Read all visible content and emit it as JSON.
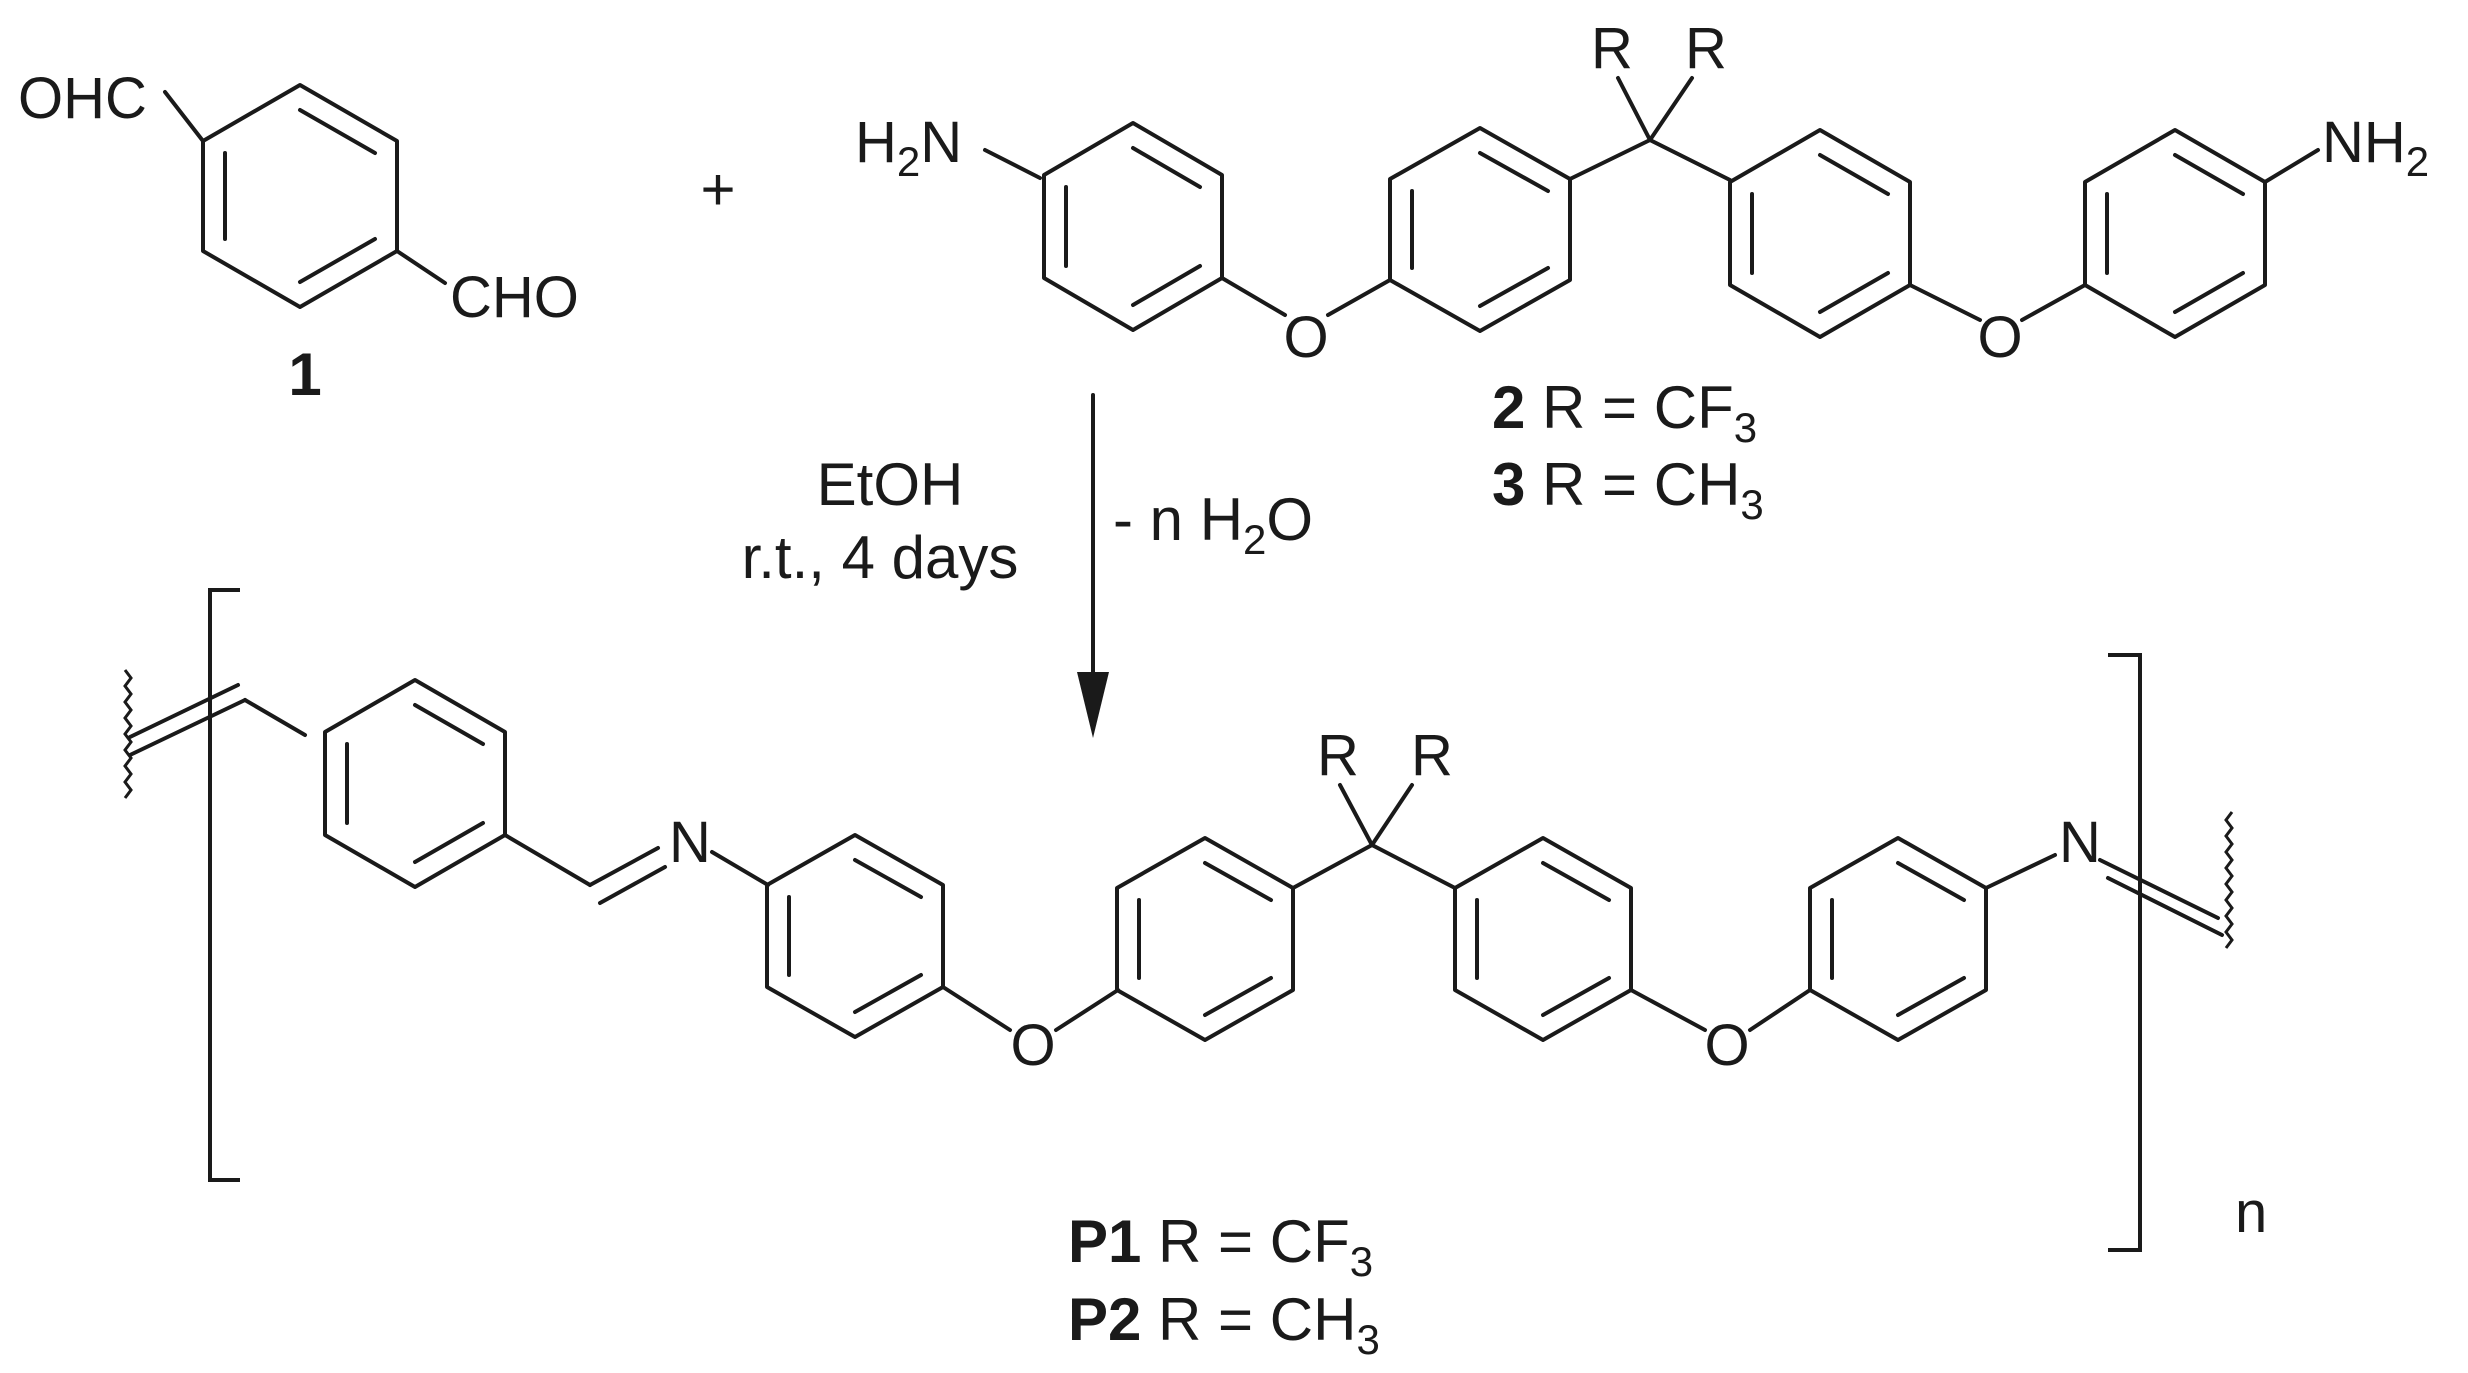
{
  "reactant_1": {
    "groups": [
      "OHC",
      "CHO"
    ],
    "number": "1"
  },
  "plus_sign": "+",
  "reactant_2": {
    "amine_left": {
      "main": "H",
      "sub": "2",
      "tail": "N"
    },
    "amine_right": {
      "main": "NH",
      "sub": "2"
    },
    "substituent": "R",
    "oxygen": "O",
    "labels": [
      {
        "num": "2",
        "prefix": " R = CF",
        "sub": "3"
      },
      {
        "num": "3",
        "prefix": " R = CH",
        "sub": "3"
      }
    ]
  },
  "conditions": {
    "solvent": "EtOH",
    "time": "r.t., 4 days",
    "byproduct": {
      "prefix": "- n H",
      "sub": "2",
      "suffix": "O"
    }
  },
  "product": {
    "imine_n": "N",
    "oxygen": "O",
    "substituent": "R",
    "repeat": "n",
    "labels": [
      {
        "num": "P1",
        "prefix": " R = CF",
        "sub": "3"
      },
      {
        "num": "P2",
        "prefix": " R = CH",
        "sub": "3"
      }
    ]
  }
}
